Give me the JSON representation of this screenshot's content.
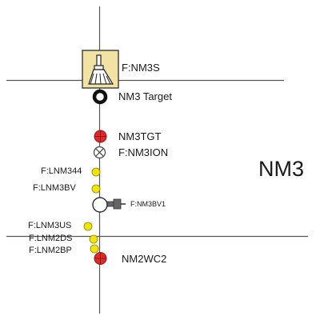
{
  "section": {
    "name": "NM3"
  },
  "elements": {
    "screen": {
      "label": "F:NM3S",
      "icon": "brush-icon",
      "fill": "#f2e3a4",
      "border": "#3a3a3a"
    },
    "target": {
      "label": "NM3 Target"
    },
    "valve_tgt": {
      "label": "NM3TGT",
      "color": "#e02a2a"
    },
    "ion_chamber": {
      "label": "F:NM3ION",
      "icon": "x-circle-icon"
    },
    "loss_monitors": [
      {
        "label": "F:LNM344",
        "color": "#f2e40a"
      },
      {
        "label": "F:LNM3BV",
        "color": "#f2e40a"
      },
      {
        "label": "F:LNM3US",
        "color": "#f2e40a"
      },
      {
        "label": "F:LNM2DS",
        "color": "#f2e40a"
      },
      {
        "label": "F:LNM2BP",
        "color": "#f2e40a"
      }
    ],
    "beam_valve": {
      "label": "F:NM3BV1"
    },
    "valve_wc": {
      "label": "NM2WC2",
      "color": "#e02a2a"
    }
  }
}
